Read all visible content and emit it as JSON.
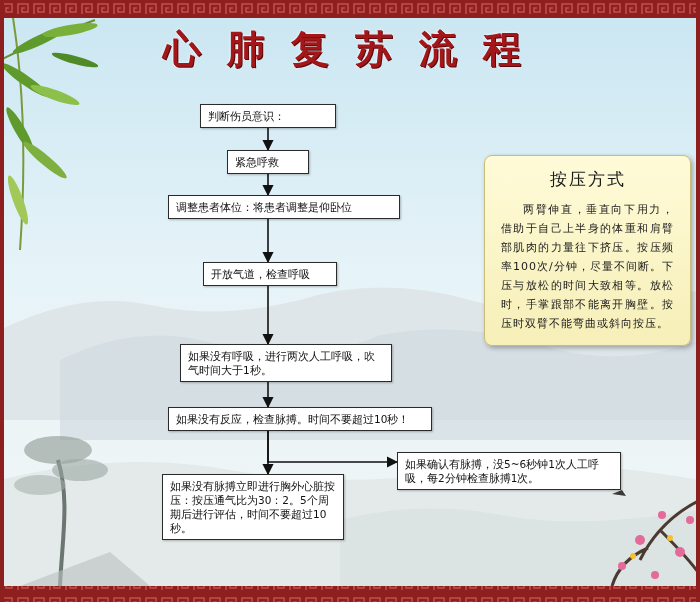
{
  "diagram": {
    "title": "心肺复苏流程",
    "nodes": [
      {
        "text": [
          "判断伤员意识："
        ]
      },
      {
        "text": [
          "紧急呼救"
        ]
      },
      {
        "text": [
          "调整患者体位：将患者调整是仰卧位"
        ]
      },
      {
        "text": [
          "开放气道，检查呼吸"
        ]
      },
      {
        "text": [
          "如果没有呼吸，进行两次人工呼吸，吹气时间大于1秒。"
        ]
      },
      {
        "text": [
          "如果没有反应，检查脉搏。时间不要超过10秒！"
        ]
      },
      {
        "text": [
          "如果没有脉搏立即进行胸外心脏按压：按压通气比为30：2。5个周期后进行评估，时间不要超过10秒。"
        ]
      },
      {
        "text": [
          "如果确认有脉搏，没5~6秒钟1次人工呼吸，每2分钟检查脉搏1次。"
        ]
      },
      {
        "text": [
          "按压方式",
          "两臂伸直，垂直向下用力，借助于自己上半身的体重和肩臂部肌肉的力量往下挤压。按压频率100次/分钟，尽量不间断。下压与放松的时间大致相等。放松时，手掌跟部不能离开胸壁。按压时双臂不能弯曲或斜向按压。"
        ]
      }
    ],
    "edges": [
      {
        "from": 0,
        "to": 1,
        "arrow": "to"
      },
      {
        "from": 1,
        "to": 2,
        "arrow": "to"
      },
      {
        "from": 2,
        "to": 3,
        "arrow": "to"
      },
      {
        "from": 3,
        "to": 4,
        "arrow": "to"
      },
      {
        "from": 4,
        "to": 5,
        "arrow": "to"
      },
      {
        "from": 5,
        "to": 6,
        "arrow": "to"
      },
      {
        "from": 5,
        "to": 7,
        "arrow": "to"
      }
    ]
  }
}
